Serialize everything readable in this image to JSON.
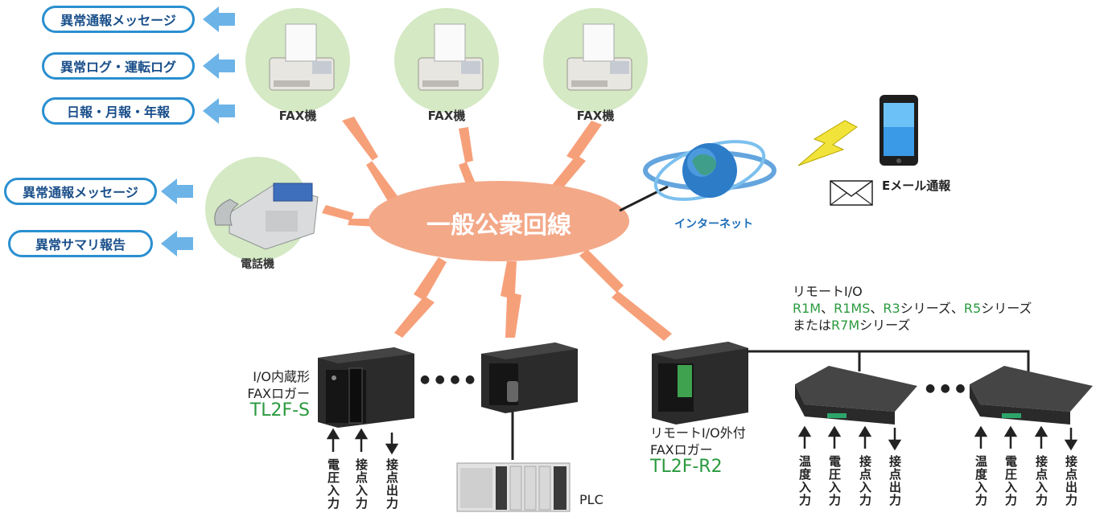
{
  "fax_outputs": [
    "異常通報メッセージ",
    "異常ログ・運転ログ",
    "日報・月報・年報"
  ],
  "phone_outputs": [
    "異常通報メッセージ",
    "異常サマリ報告"
  ],
  "fax_label": "FAX機",
  "phone_label": "電話機",
  "network_label": "一般公衆回線",
  "internet_label": "インターネット",
  "email_label": "Eメール通報",
  "device1": {
    "line1": "I/O内蔵形",
    "line2": "FAXロガー",
    "model": "TL2F-S"
  },
  "device2": {
    "line1": "リモートI/O外付",
    "line2": "FAXロガー",
    "model": "TL2F-R2"
  },
  "remote_io": {
    "title": "リモートI/O",
    "series_line": [
      "R1M",
      "、",
      "R1MS",
      "、",
      "R3",
      "シリーズ、",
      "R5",
      "シリーズ"
    ],
    "alt_pre": "または",
    "alt_model": "R7M",
    "alt_post": "シリーズ"
  },
  "plc_label": "PLC",
  "dots": "● ● ● ●",
  "dots3": "● ● ●",
  "io_tl2fs": [
    "電圧入力",
    "接点入力",
    "接点出力"
  ],
  "io_remote": [
    "温度入力",
    "電圧入力",
    "接点入力",
    "接点出力"
  ],
  "colors": {
    "pill_border": "#2a8fd0",
    "circle": "#d4e9c4",
    "cloud": "#f3a888",
    "bolt": "#f6a07a",
    "green": "#2a9a3e"
  }
}
